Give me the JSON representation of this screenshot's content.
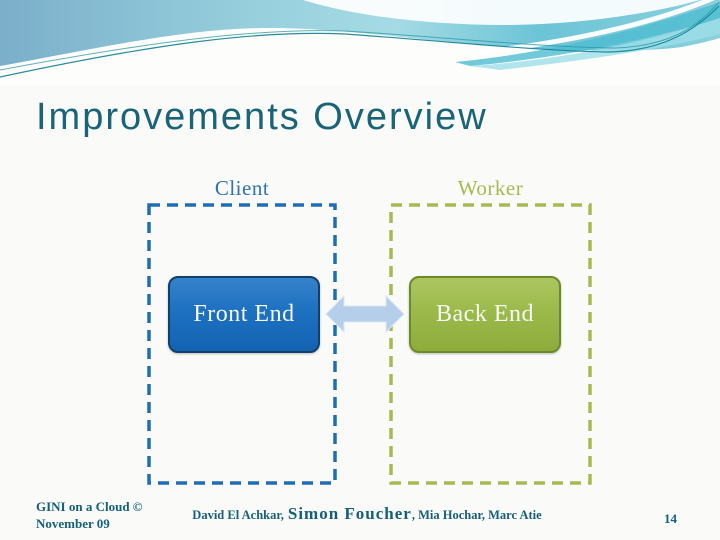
{
  "slide": {
    "title": "Improvements Overview",
    "page_number": "14"
  },
  "diagram": {
    "connector": "bidirectional-arrow",
    "groups": [
      {
        "label": "Client",
        "node": "Front End",
        "accent": "#1f6db5",
        "node_fill": "#1d71c1",
        "node_border": "#11406b"
      },
      {
        "label": "Worker",
        "node": "Back End",
        "accent": "#a7ba52",
        "node_fill": "#9cba4b",
        "node_border": "#6d8a2a"
      }
    ],
    "arrow_fill": "#b5cfea"
  },
  "footer": {
    "project_line1": "GINI on a Cloud ©",
    "project_line2": "November 09",
    "credits": {
      "part1": "David El Achkar,",
      "part2": "Simon Foucher",
      "part3": ", Mia Hochar, Marc Atie"
    }
  },
  "colors": {
    "title_text": "#1a6478",
    "footer_text": "#165f78",
    "client_label": "#2e72b0",
    "worker_label": "#a7ba52",
    "header_teal": "#4ebbd1",
    "header_steel_blue": "#7bafca"
  }
}
